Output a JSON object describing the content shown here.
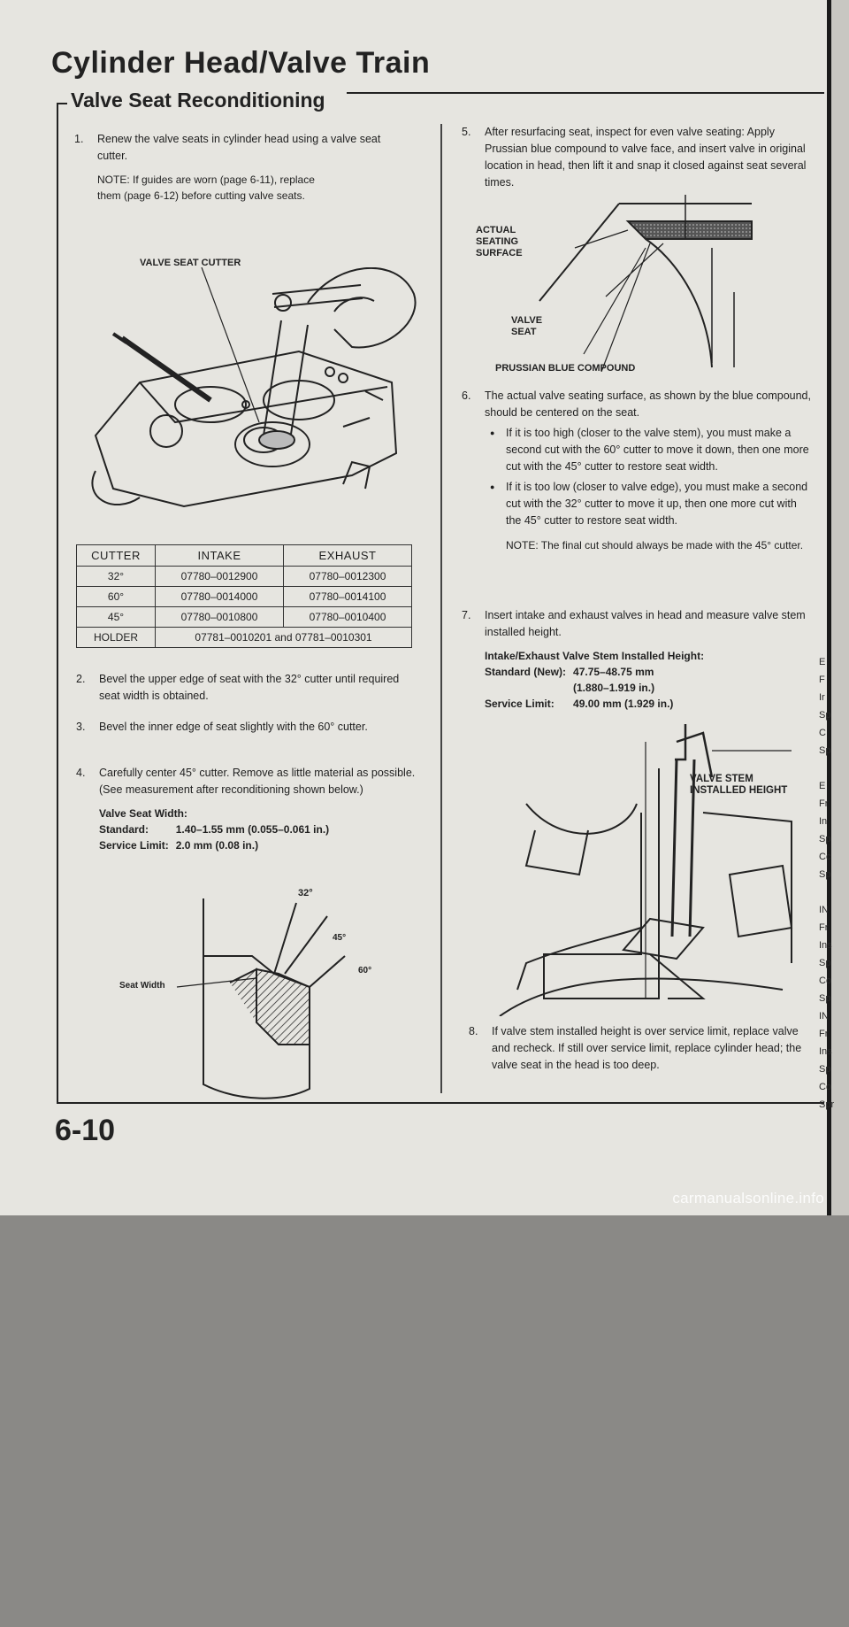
{
  "header": {
    "title": "Cylinder Head/Valve Train",
    "subtitle": "Valve Seat Reconditioning"
  },
  "steps": {
    "s1": {
      "num": "1.",
      "text": "Renew the valve seats in cylinder head using a valve seat cutter.",
      "note": "NOTE: If guides are worn (page 6-11), replace them (page 6-12) before cutting valve seats."
    },
    "s2": {
      "num": "2.",
      "text": "Bevel the upper edge of seat with the 32° cutter until required seat width is obtained."
    },
    "s3": {
      "num": "3.",
      "text": "Bevel the inner edge of seat slightly with the 60° cutter."
    },
    "s4": {
      "num": "4.",
      "text": "Carefully center 45° cutter. Remove as little material as possible. (See measurement after reconditioning shown below.)"
    },
    "s5": {
      "num": "5.",
      "text": "After resurfacing seat, inspect for even valve seating: Apply Prussian blue compound to valve face, and insert valve in original location in head, then lift it and snap it closed against seat several times."
    },
    "s6": {
      "num": "6.",
      "text": "The actual valve seating surface, as shown by the blue compound, should be centered on the seat.",
      "bullets": [
        "If it is too high (closer to the valve stem), you must make a second cut with the 60° cutter to move it down, then one more cut with the 45° cutter to restore seat width.",
        "If it is too low (closer to valve edge), you must make a second cut with the 32° cutter to move it up, then one more cut with the 45° cutter to restore seat width."
      ],
      "note": "NOTE: The final cut should always be made with the 45° cutter."
    },
    "s7": {
      "num": "7.",
      "text": "Insert intake and exhaust valves in head and measure valve stem installed height."
    },
    "s8": {
      "num": "8.",
      "text": "If valve stem installed height is over service limit, replace valve and recheck. If still over service limit, replace cylinder head; the valve seat in the head is too deep."
    }
  },
  "seat_width_spec": {
    "heading": "Valve Seat Width:",
    "standard_label": "Standard:",
    "standard_value": "1.40–1.55 mm (0.055–0.061 in.)",
    "limit_label": "Service Limit:",
    "limit_value": "2.0 mm (0.08 in.)"
  },
  "stem_height_spec": {
    "heading": "Intake/Exhaust Valve Stem Installed Height:",
    "standard_label": "Standard (New):",
    "standard_value": "47.75–48.75 mm",
    "standard_value_in": "(1.880–1.919 in.)",
    "limit_label": "Service Limit:",
    "limit_value": "49.00 mm (1.929 in.)"
  },
  "cutter_table": {
    "headers": [
      "CUTTER",
      "INTAKE",
      "EXHAUST"
    ],
    "rows": [
      [
        "32°",
        "07780–0012900",
        "07780–0012300"
      ],
      [
        "60°",
        "07780–0014000",
        "07780–0014100"
      ],
      [
        "45°",
        "07780–0010800",
        "07780–0010400"
      ]
    ],
    "holder_label": "HOLDER",
    "holder_value": "07781–0010201 and 07781–0010301"
  },
  "diagram_labels": {
    "valve_seat_cutter": "VALVE SEAT CUTTER",
    "actual": "ACTUAL",
    "seating": "SEATING",
    "surface": "SURFACE",
    "valve": "VALVE",
    "seat": "SEAT",
    "prussian": "PRUSSIAN BLUE COMPOUND",
    "angle_32": "32°",
    "angle_45": "45°",
    "angle_60": "60°",
    "seat_width": "Seat Width",
    "valve_stem": "VALVE STEM",
    "installed_height": "INSTALLED HEIGHT"
  },
  "ghost_margin": [
    "E",
    "F",
    "Ir",
    "Sp",
    "C",
    "Sp",
    "",
    "E",
    "Fr",
    "In",
    "Sp",
    "Cc",
    "Sp",
    "",
    "IN",
    "Fr",
    "Ins",
    "Sp",
    "Co",
    "Sp",
    "IN",
    "Fr",
    "Ins",
    "Sp",
    "Co",
    "Spr"
  ],
  "page_number": "6-10",
  "watermark": "carmanualsonline.info"
}
